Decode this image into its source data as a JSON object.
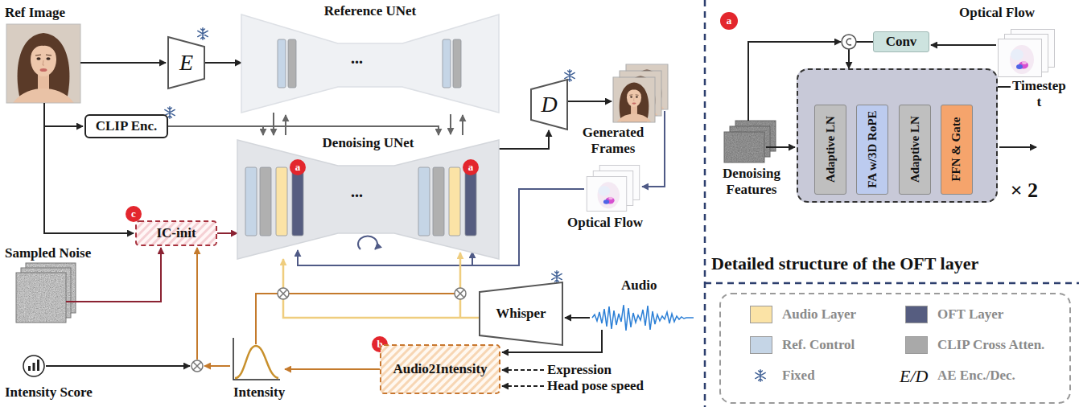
{
  "diagram": {
    "nodes": [
      {
        "text": [
          "Reference UNet"
        ]
      },
      {
        "text": [
          "E"
        ]
      },
      {
        "text": [
          "CLIP Enc."
        ]
      },
      {
        "text": [
          "Denoising UNet"
        ]
      },
      {
        "text": [
          "a"
        ],
        "in": 3
      },
      {
        "text": [
          "a"
        ],
        "in": 3
      },
      {
        "text": [
          "D"
        ]
      },
      {
        "text": [
          "c"
        ]
      },
      {
        "text": [
          "IC-init"
        ]
      },
      {
        "text": [
          "Whisper"
        ]
      },
      {
        "text": [
          "b"
        ]
      },
      {
        "text": [
          "Audio2Intensity"
        ]
      },
      {
        "text": [
          "a"
        ]
      },
      {
        "text": [
          "Conv"
        ]
      },
      {
        "text": [
          "× 2"
        ]
      },
      {
        "text": [
          "Adaptive LN"
        ],
        "in": 14
      },
      {
        "text": [
          "FA w/3D RoPE"
        ],
        "in": 14
      },
      {
        "text": [
          "Adaptive LN"
        ],
        "in": 14
      },
      {
        "text": [
          "FFN & Gate"
        ],
        "in": 14
      }
    ],
    "edges": [
      {
        "from": 1,
        "to": 0,
        "arrow": "to"
      },
      {
        "from": 0,
        "to": 3,
        "arrow": "to"
      },
      {
        "from": 2,
        "to": 3,
        "arrow": "to"
      },
      {
        "from": 8,
        "to": 3,
        "arrow": "to"
      },
      {
        "from": 3,
        "to": 6,
        "arrow": "to"
      },
      {
        "from": 9,
        "to": 3,
        "arrow": "to"
      },
      {
        "from": 13,
        "to": 14,
        "arrow": "to"
      }
    ],
    "labels": [
      "Ref Image",
      "...",
      "...",
      "Sampled Noise",
      "Generated Frames",
      "Optical Flow",
      "Audio",
      "Intensity Score",
      "Intensity",
      "Expression",
      "Head pose speed",
      "Optical Flow",
      "Timestep t",
      "Denoising Features",
      "Detailed structure of the OFT layer",
      "E/D"
    ],
    "legend": [
      {
        "text": "Audio Layer",
        "color": "#fbe3a6"
      },
      {
        "text": "OFT Layer",
        "color": "#565d80"
      },
      {
        "text": "Ref. Control",
        "color": "#c5d5e6"
      },
      {
        "text": "CLIP Cross Atten.",
        "color": "#a9a9a9"
      },
      {
        "text": "Fixed"
      },
      {
        "text": "AE Enc./Dec."
      }
    ]
  }
}
